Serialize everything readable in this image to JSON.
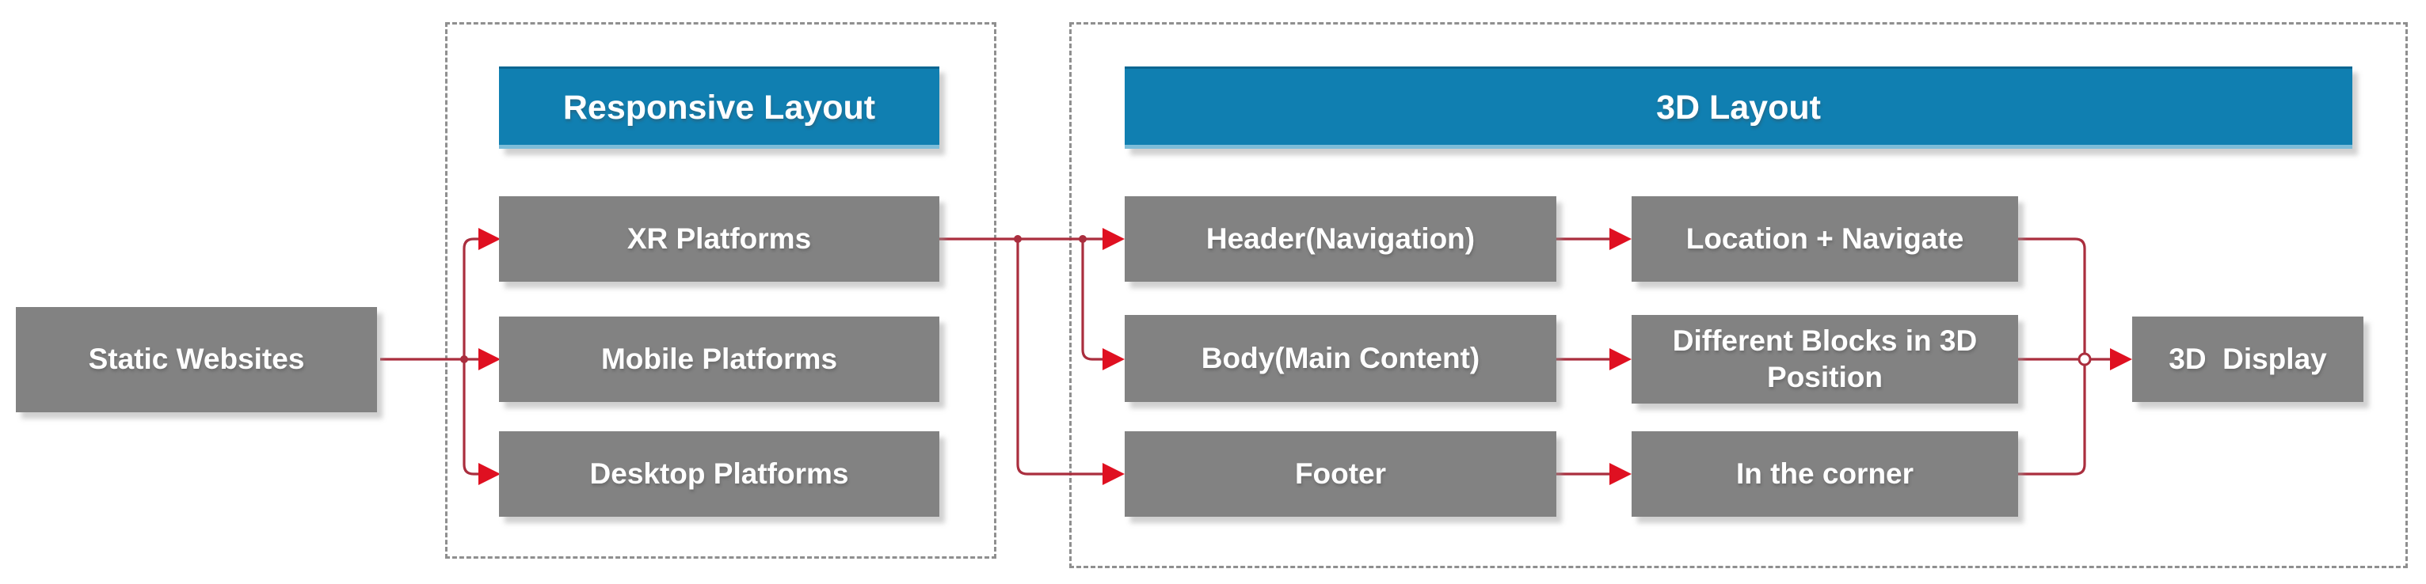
{
  "colors": {
    "background": "#ffffff",
    "node_fill": "#828282",
    "node_text": "#ffffff",
    "group_header_fill": "#107fb1",
    "group_header_text": "#ffffff",
    "group_border": "#8f8f8f",
    "edge_line": "#aa2e3e",
    "edge_arrow": "#df1021"
  },
  "groups": {
    "responsive": {
      "title": "Responsive Layout"
    },
    "threed": {
      "title": "3D Layout"
    }
  },
  "nodes": {
    "static": {
      "label": "Static Websites"
    },
    "xr": {
      "label": "XR Platforms"
    },
    "mobile": {
      "label": "Mobile Platforms"
    },
    "desktop": {
      "label": "Desktop Platforms"
    },
    "nav": {
      "label": "Header(Navigation)"
    },
    "body": {
      "label": "Body(Main Content)"
    },
    "footer": {
      "label": "Footer"
    },
    "location": {
      "label": "Location + Navigate"
    },
    "blocks": {
      "label": "Different Blocks in 3D Position"
    },
    "corner": {
      "label": "In the corner"
    },
    "display3d": {
      "label": "3D  Display"
    }
  },
  "edges": [
    {
      "from": "static",
      "to": "xr"
    },
    {
      "from": "static",
      "to": "mobile"
    },
    {
      "from": "static",
      "to": "desktop"
    },
    {
      "from": "xr",
      "to": "nav"
    },
    {
      "from": "xr",
      "to": "body"
    },
    {
      "from": "xr",
      "to": "footer"
    },
    {
      "from": "nav",
      "to": "location"
    },
    {
      "from": "body",
      "to": "blocks"
    },
    {
      "from": "footer",
      "to": "corner"
    },
    {
      "from": "location",
      "to": "display3d"
    },
    {
      "from": "blocks",
      "to": "display3d"
    },
    {
      "from": "corner",
      "to": "display3d"
    }
  ]
}
